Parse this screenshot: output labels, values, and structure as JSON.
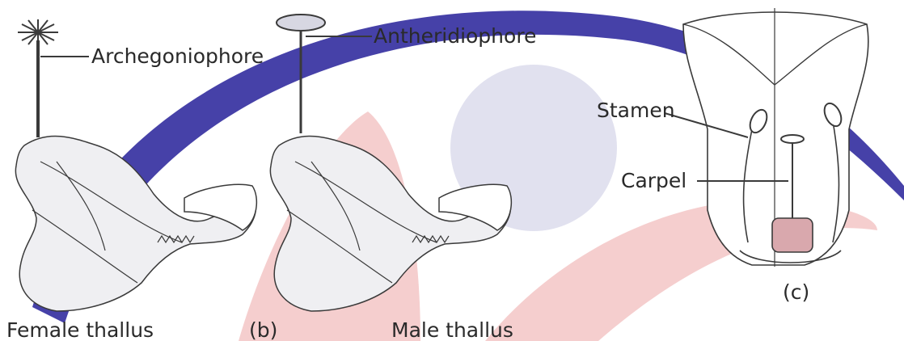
{
  "figure": {
    "labels": {
      "archegoniophore": "Archegoniophore",
      "antheridiophore": "Antheridiophore",
      "stamen": "Stamen",
      "carpel": "Carpel",
      "female_thallus": "Female thallus",
      "panel_b": "(b)",
      "male_thallus": "Male thallus",
      "panel_c": "(c)"
    },
    "colors": {
      "watermark_purple": "#3c37a3",
      "watermark_pink": "#f3c6c6",
      "watermark_circle": "#e1e1ef",
      "thallus_fill": "#efeff2",
      "line_dark": "#3a3a3a"
    }
  }
}
